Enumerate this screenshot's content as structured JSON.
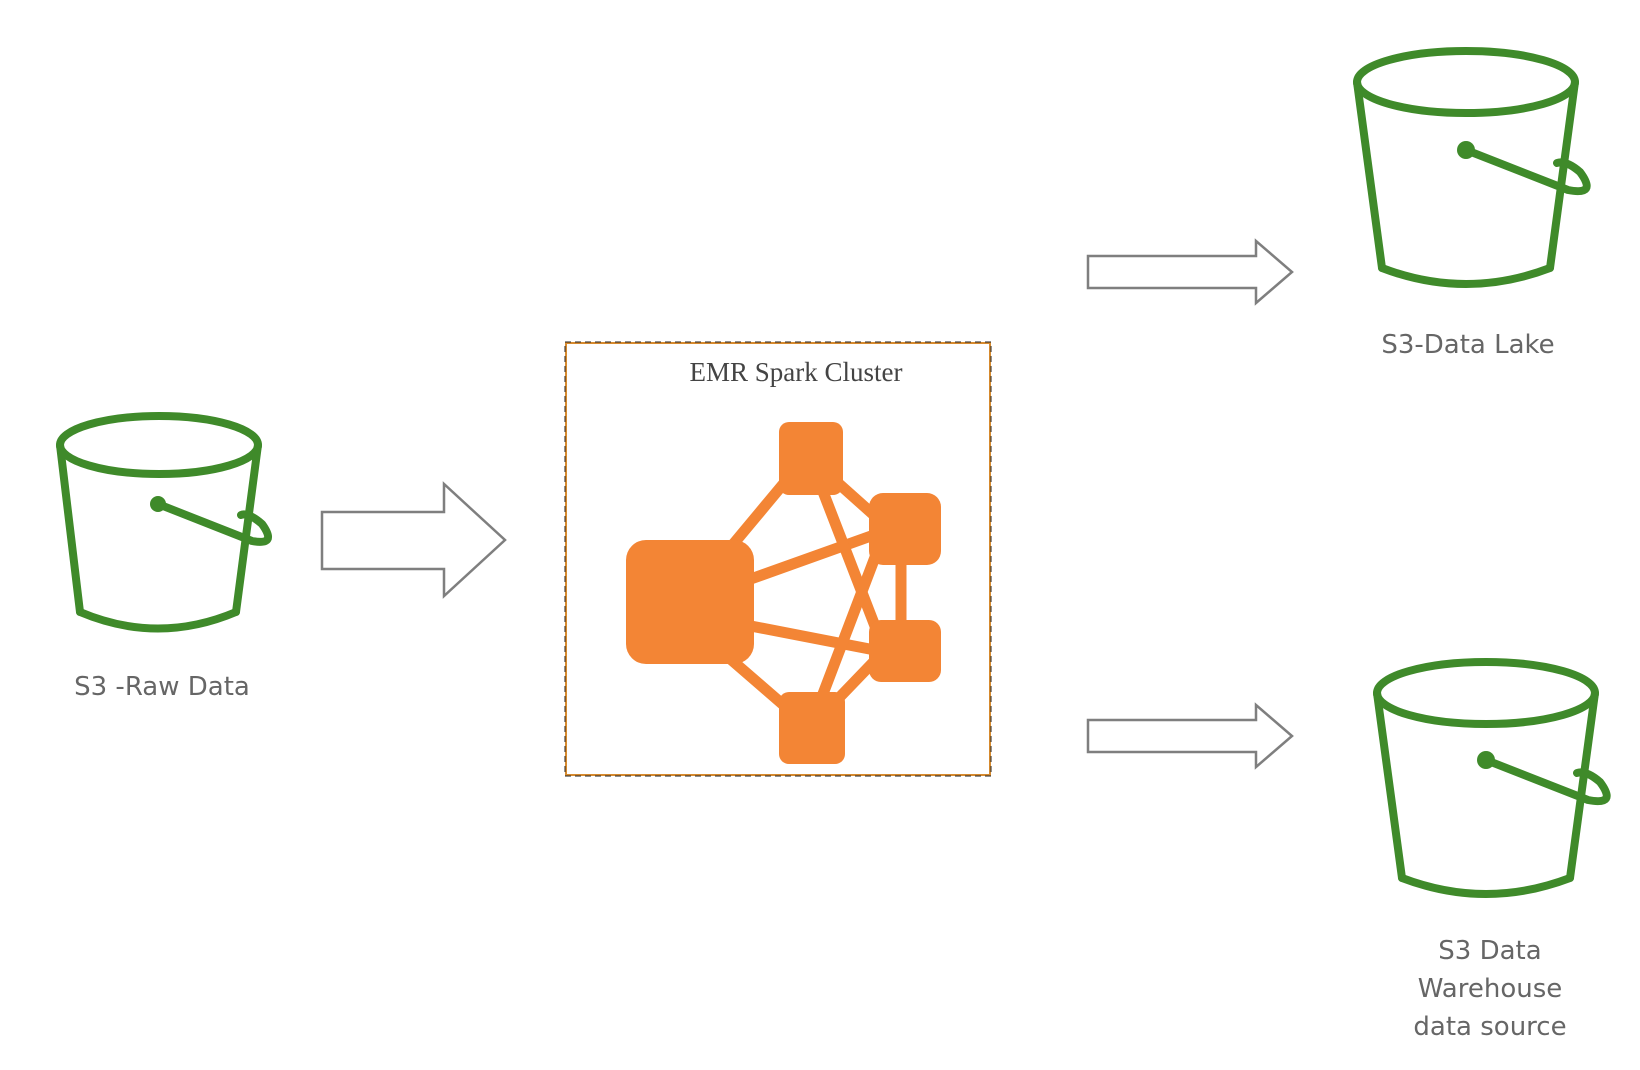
{
  "diagram": {
    "source": {
      "label": "S3 -Raw Data",
      "icon": "s3-bucket-icon"
    },
    "cluster": {
      "title": "EMR Spark Cluster",
      "icon": "emr-cluster-icon"
    },
    "outputs": [
      {
        "label_lines": [
          "S3-Data Lake"
        ],
        "icon": "s3-bucket-icon"
      },
      {
        "label_lines": [
          "S3 Data",
          "Warehouse",
          "data source"
        ],
        "icon": "s3-bucket-icon"
      }
    ],
    "colors": {
      "bucket": "#3f8a2a",
      "cluster": "#f38535",
      "cluster_border": "#d68a2e",
      "arrow": "#7f7f7f",
      "label": "#666666"
    }
  }
}
